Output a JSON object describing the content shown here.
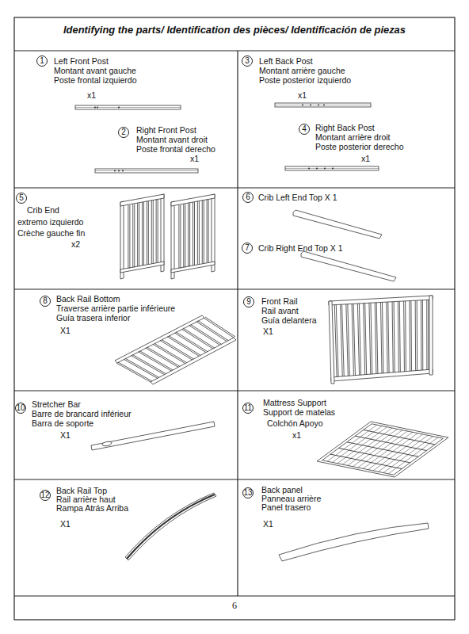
{
  "diagram": {
    "title": "Identifying the parts/ Identification des pièces/ Identificación de piezas",
    "nodes": [
      {
        "text": [
          "Left Front Post",
          "Montant avant gauche",
          "Poste frontal izquierdo",
          "x1",
          "Right Front Post",
          "Montant avant droit",
          "Poste frontal derecho",
          "x1"
        ]
      },
      {
        "text": [
          "1"
        ],
        "in": 0
      },
      {
        "text": [
          "2"
        ],
        "in": 0
      },
      {
        "text": [
          "Left Back Post",
          "Montant arrière gauche",
          "Poste posterior izquierdo",
          "x1",
          "Right Back Post",
          "Montant arrière droit",
          "Poste posterior derecho",
          "x1"
        ]
      },
      {
        "text": [
          "3"
        ],
        "in": 3
      },
      {
        "text": [
          "4"
        ],
        "in": 3
      },
      {
        "text": [
          "Crib End",
          "extremo izquierdo",
          "Crèche gauche fin",
          "x2"
        ]
      },
      {
        "text": [
          "5"
        ],
        "in": 6
      },
      {
        "text": [
          "Crib Left End Top X 1",
          "Crib Right End Top X 1"
        ]
      },
      {
        "text": [
          "6"
        ],
        "in": 8
      },
      {
        "text": [
          "7"
        ],
        "in": 8
      },
      {
        "text": [
          "Back Rail Bottom",
          "Traverse arrière partie inférieure",
          "Guía trasera inferior",
          "X1"
        ]
      },
      {
        "text": [
          "8"
        ],
        "in": 11
      },
      {
        "text": [
          "Front Rail",
          "Rail avant",
          "Guía delantera",
          "X1"
        ]
      },
      {
        "text": [
          "9"
        ],
        "in": 13
      },
      {
        "text": [
          "Stretcher Bar",
          "Barre de brancard inférieur",
          "Barra de soporte",
          "X1"
        ]
      },
      {
        "text": [
          "10"
        ],
        "in": 15
      },
      {
        "text": [
          "Mattress  Support",
          "Support de matelas",
          "Colchón Apoyo",
          "x1"
        ]
      },
      {
        "text": [
          "11"
        ],
        "in": 17
      },
      {
        "text": [
          "Back Rail Top",
          "Rail arrière haut",
          "Rampa Atrás Arriba",
          "X1"
        ]
      },
      {
        "text": [
          "12"
        ],
        "in": 19
      },
      {
        "text": [
          "Back panel",
          "Panneau arrière",
          "Panel trasero",
          "X1"
        ]
      },
      {
        "text": [
          "13"
        ],
        "in": 21
      }
    ],
    "labels": [
      "6"
    ]
  }
}
